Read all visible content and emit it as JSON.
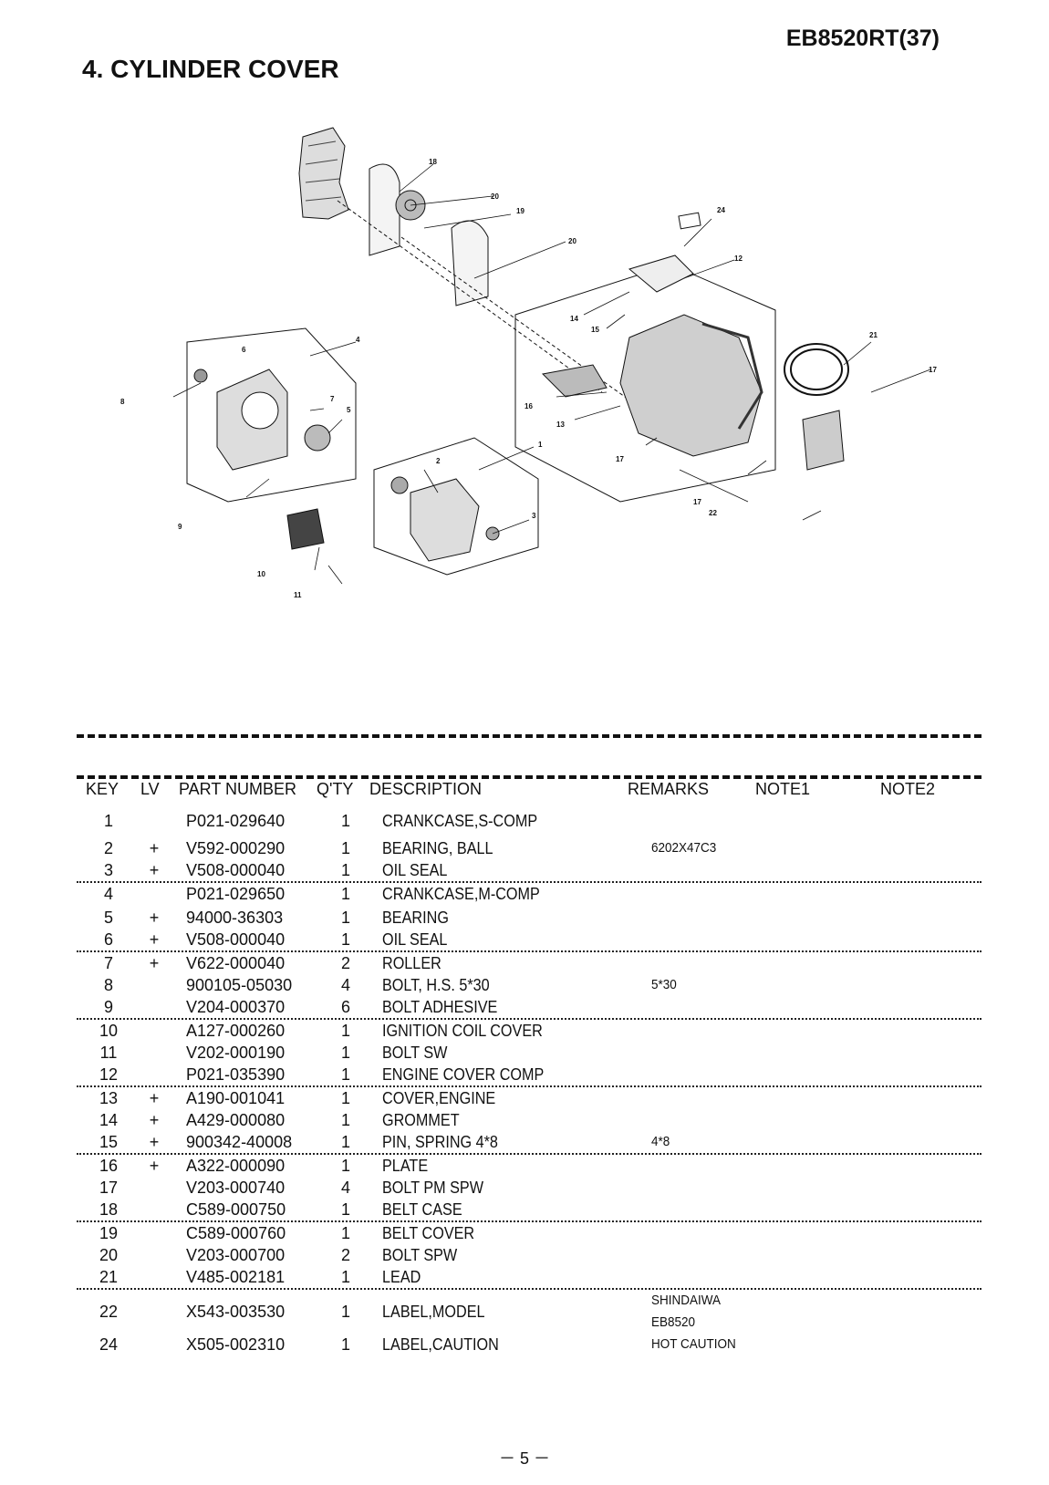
{
  "header": {
    "model": "EB8520RT(37)",
    "title": "4. CYLINDER COVER"
  },
  "diagram": {
    "callouts": [
      "1",
      "2",
      "3",
      "4",
      "5",
      "6",
      "7",
      "8",
      "9",
      "10",
      "11",
      "12",
      "13",
      "14",
      "15",
      "16",
      "17",
      "17",
      "17",
      "18",
      "19",
      "20",
      "20",
      "21",
      "22",
      "24"
    ]
  },
  "table": {
    "columns": {
      "key": "KEY",
      "lv": "LV",
      "part_number": "PART NUMBER",
      "qty": "Q'TY",
      "description": "DESCRIPTION",
      "remarks": "REMARKS",
      "note1": "NOTE1",
      "note2": "NOTE2"
    },
    "rows": [
      {
        "key": "1",
        "lv": "",
        "pn": "P021-029640",
        "qty": "1",
        "desc": "CRANKCASE,S-COMP",
        "rem": ""
      },
      {
        "key": "2",
        "lv": "+",
        "pn": "V592-000290",
        "qty": "1",
        "desc": "BEARING, BALL",
        "rem": "6202X47C3"
      },
      {
        "key": "3",
        "lv": "+",
        "pn": "V508-000040",
        "qty": "1",
        "desc": "OIL SEAL",
        "rem": ""
      },
      {
        "key": "4",
        "lv": "",
        "pn": "P021-029650",
        "qty": "1",
        "desc": "CRANKCASE,M-COMP",
        "rem": ""
      },
      {
        "key": "5",
        "lv": "+",
        "pn": "94000-36303",
        "qty": "1",
        "desc": "BEARING",
        "rem": ""
      },
      {
        "key": "6",
        "lv": "+",
        "pn": "V508-000040",
        "qty": "1",
        "desc": "OIL SEAL",
        "rem": ""
      },
      {
        "key": "7",
        "lv": "+",
        "pn": "V622-000040",
        "qty": "2",
        "desc": "ROLLER",
        "rem": ""
      },
      {
        "key": "8",
        "lv": "",
        "pn": "900105-05030",
        "qty": "4",
        "desc": "BOLT, H.S.  5*30",
        "rem": "5*30"
      },
      {
        "key": "9",
        "lv": "",
        "pn": "V204-000370",
        "qty": "6",
        "desc": "BOLT ADHESIVE",
        "rem": ""
      },
      {
        "key": "10",
        "lv": "",
        "pn": "A127-000260",
        "qty": "1",
        "desc": "IGNITION COIL COVER",
        "rem": ""
      },
      {
        "key": "11",
        "lv": "",
        "pn": "V202-000190",
        "qty": "1",
        "desc": "BOLT SW",
        "rem": ""
      },
      {
        "key": "12",
        "lv": "",
        "pn": "P021-035390",
        "qty": "1",
        "desc": " ENGINE COVER COMP",
        "rem": ""
      },
      {
        "key": "13",
        "lv": "+",
        "pn": "A190-001041",
        "qty": "1",
        "desc": "COVER,ENGINE",
        "rem": ""
      },
      {
        "key": "14",
        "lv": "+",
        "pn": "A429-000080",
        "qty": "1",
        "desc": "GROMMET",
        "rem": ""
      },
      {
        "key": "15",
        "lv": "+",
        "pn": "900342-40008",
        "qty": "1",
        "desc": "PIN, SPRING 4*8",
        "rem": "4*8"
      },
      {
        "key": "16",
        "lv": "+",
        "pn": "A322-000090",
        "qty": "1",
        "desc": "PLATE",
        "rem": ""
      },
      {
        "key": "17",
        "lv": "",
        "pn": "V203-000740",
        "qty": "4",
        "desc": "BOLT PM SPW",
        "rem": ""
      },
      {
        "key": "18",
        "lv": "",
        "pn": "C589-000750",
        "qty": "1",
        "desc": "BELT CASE",
        "rem": ""
      },
      {
        "key": "19",
        "lv": "",
        "pn": "C589-000760",
        "qty": "1",
        "desc": "BELT COVER",
        "rem": ""
      },
      {
        "key": "20",
        "lv": "",
        "pn": "V203-000700",
        "qty": "2",
        "desc": "BOLT SPW",
        "rem": ""
      },
      {
        "key": "21",
        "lv": "",
        "pn": "V485-002181",
        "qty": "1",
        "desc": "LEAD",
        "rem": ""
      },
      {
        "key": "22",
        "lv": "",
        "pn": "X543-003530",
        "qty": "1",
        "desc": "LABEL,MODEL",
        "rem": "SHINDAIWA",
        "rem2": "EB8520"
      },
      {
        "key": "24",
        "lv": "",
        "pn": "X505-002310",
        "qty": "1",
        "desc": "LABEL,CAUTION",
        "rem": "HOT CAUTION"
      }
    ]
  },
  "footer": {
    "page": "－ 5 －"
  }
}
